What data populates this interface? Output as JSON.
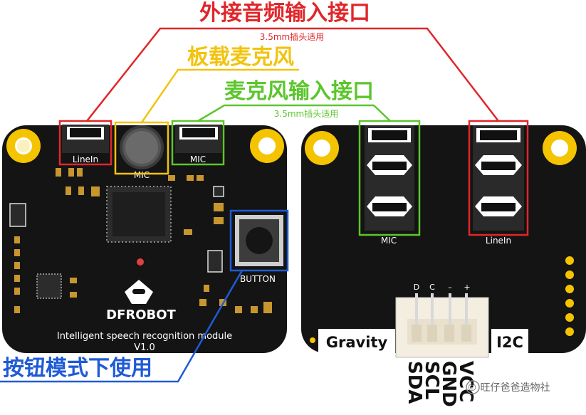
{
  "callouts": {
    "line_in_label": "外接音频输入接口",
    "line_in_note": "3.5mm插头适用",
    "onboard_mic_label": "板载麦克风",
    "mic_in_label": "麦克风输入接口",
    "mic_in_note": "3.5mm插头适用",
    "button_mode_label": "按钮模式下使用"
  },
  "front_board": {
    "linein_silk": "LineIn",
    "mic_silk_jack": "MIC",
    "mic_silk_onboard": "MIC",
    "button_silk": "BUTTON",
    "brand": "DFROBOT",
    "module_name": "Intelligent  speech  recognition  module",
    "version": "V1.0"
  },
  "back_board": {
    "mic_silk": "MIC",
    "linein_silk": "LineIn",
    "pin_d": "D",
    "pin_c": "C",
    "pin_minus": "–",
    "pin_plus": "+",
    "gravity_label": "Gravity",
    "i2c_label": "I2C",
    "pin_sda": "SDA",
    "pin_scl": "SCL",
    "pin_gnd": "GND",
    "pin_vcc": "VCC"
  },
  "watermark": "© 旺仔爸爸造物社",
  "colors": {
    "line_in_red": "#e0262a",
    "onboard_mic_yellow": "#f2c30f",
    "mic_in_green": "#5cc62d",
    "button_blue": "#1f5bd6",
    "pcb": "#141414",
    "gold_pad": "#f5c400"
  }
}
